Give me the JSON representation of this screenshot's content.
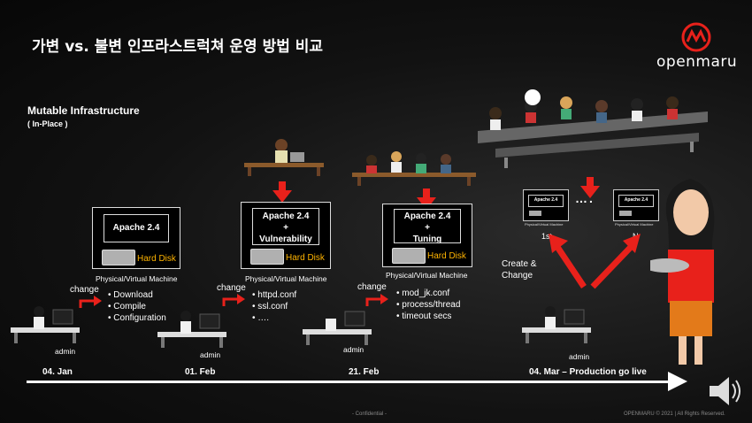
{
  "title": "가변 vs. 불변 인프라스트럭쳐 운영 방법 비교",
  "logo": {
    "text": "openmaru"
  },
  "subtitle": {
    "line1": "Mutable Infrastructure",
    "line2": "( In-Place )"
  },
  "stages": [
    {
      "box": "Apache 2.4",
      "disk": "Hard Disk",
      "label": "Physical/Virtual Machine",
      "change": "change",
      "items": [
        "Download",
        "Compile",
        "Configuration"
      ],
      "admin": "admin",
      "date": "04. Jan"
    },
    {
      "box_line1": "Apache 2.4",
      "box_line2": "+",
      "box_line3": "Vulnerability",
      "disk": "Hard Disk",
      "label": "Physical/Virtual Machine",
      "change": "change",
      "items": [
        "httpd.conf",
        "ssl.conf",
        "…."
      ],
      "admin": "admin",
      "date": "01. Feb"
    },
    {
      "box_line1": "Apache 2.4",
      "box_line2": "+",
      "box_line3": "Tuning",
      "disk": "Hard Disk",
      "label": "Physical/Virtual Machine",
      "change": "change",
      "items": [
        "mod_jk.conf",
        "process/thread",
        "timeout secs"
      ],
      "admin": "admin",
      "date": "21. Feb"
    }
  ],
  "final": {
    "mini1": "Apache 2.4",
    "mini1_caption": "Physical/Virtual Machine",
    "mini1_label": "1st",
    "dots": "….",
    "mini2": "Apache 2.4",
    "mini2_caption": "Physical/Virtual Machine",
    "mini2_label": "N",
    "create_line1": "Create &",
    "create_line2": "Change",
    "admin": "admin",
    "date": "04. Mar – Production go live"
  },
  "footer": {
    "confidential": "- Confidential -",
    "copyright": "OPENMARU © 2021 | All Rights Reserved."
  },
  "colors": {
    "accent_red": "#e8211b",
    "hard_disk": "#ffb400"
  }
}
